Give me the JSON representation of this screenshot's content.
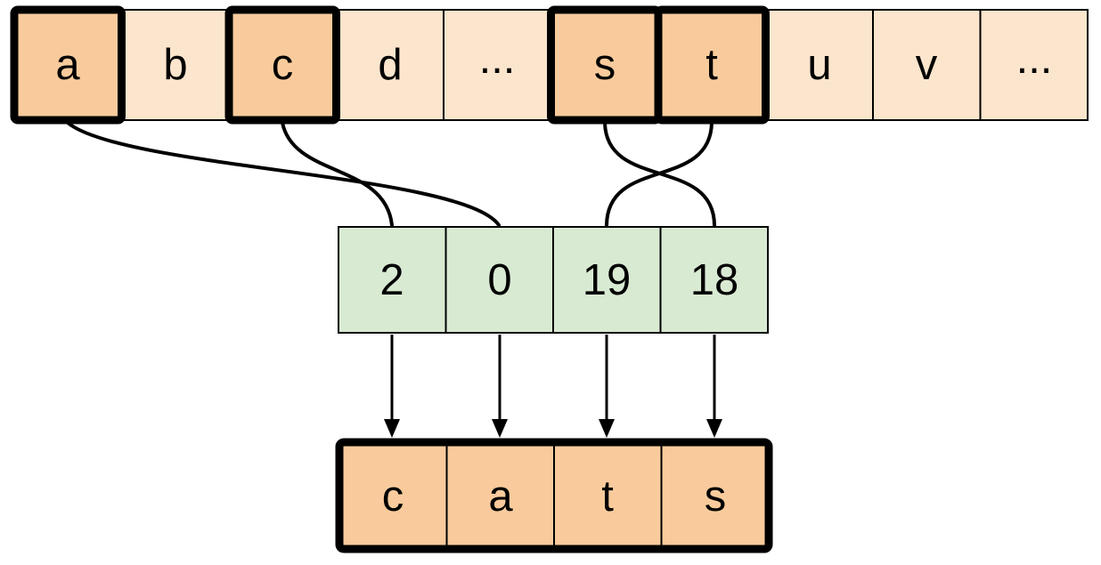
{
  "colors": {
    "highlight_fill": "#f9cb9c",
    "plain_fill": "#fce5cd",
    "index_fill": "#d9ead3",
    "stroke": "#000000",
    "background": "#ffffff"
  },
  "alphabet_row": {
    "cells": [
      {
        "label": "a",
        "highlighted": true
      },
      {
        "label": "b",
        "highlighted": false
      },
      {
        "label": "c",
        "highlighted": true
      },
      {
        "label": "d",
        "highlighted": false
      },
      {
        "label": "...",
        "highlighted": false
      },
      {
        "label": "s",
        "highlighted": true
      },
      {
        "label": "t",
        "highlighted": true
      },
      {
        "label": "u",
        "highlighted": false
      },
      {
        "label": "v",
        "highlighted": false
      },
      {
        "label": "...",
        "highlighted": false
      }
    ]
  },
  "index_row": {
    "cells": [
      {
        "label": "2"
      },
      {
        "label": "0"
      },
      {
        "label": "19"
      },
      {
        "label": "18"
      }
    ]
  },
  "output_row": {
    "cells": [
      {
        "label": "c"
      },
      {
        "label": "a"
      },
      {
        "label": "t"
      },
      {
        "label": "s"
      }
    ]
  },
  "connectors": {
    "letter_to_index": [
      {
        "from": "a",
        "to": "0"
      },
      {
        "from": "c",
        "to": "2"
      },
      {
        "from": "s",
        "to": "18"
      },
      {
        "from": "t",
        "to": "19"
      }
    ],
    "index_to_output": [
      {
        "from": "2",
        "to": "c"
      },
      {
        "from": "0",
        "to": "a"
      },
      {
        "from": "19",
        "to": "t"
      },
      {
        "from": "18",
        "to": "s"
      }
    ]
  }
}
